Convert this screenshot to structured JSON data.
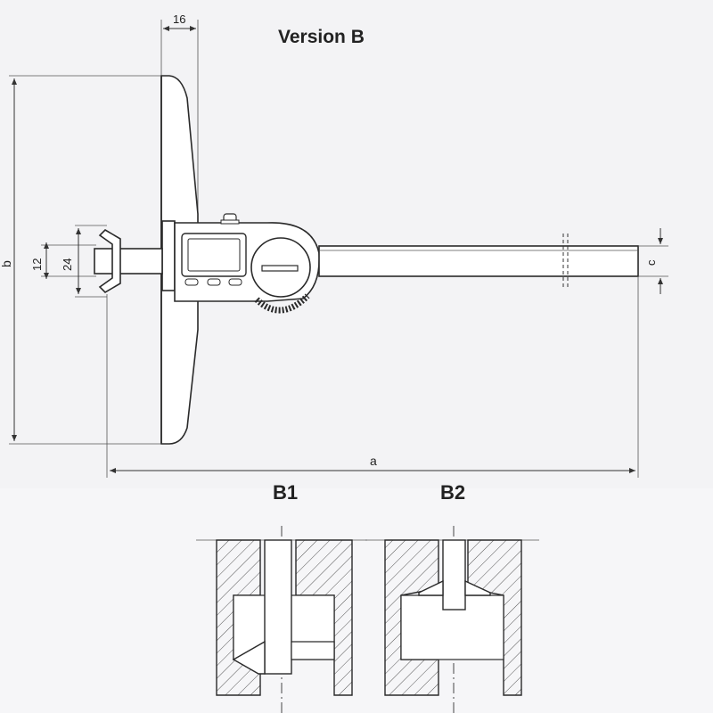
{
  "heading": "Version B",
  "dimensions": {
    "top_width": "16",
    "height": "b",
    "inner_small": "12",
    "inner_large": "24",
    "length": "a",
    "beam": "c"
  },
  "details": [
    {
      "label": "B1"
    },
    {
      "label": "B2"
    }
  ],
  "colors": {
    "paper": "#f3f3f5",
    "line": "#2a2a2a",
    "hatch": "#555555"
  }
}
